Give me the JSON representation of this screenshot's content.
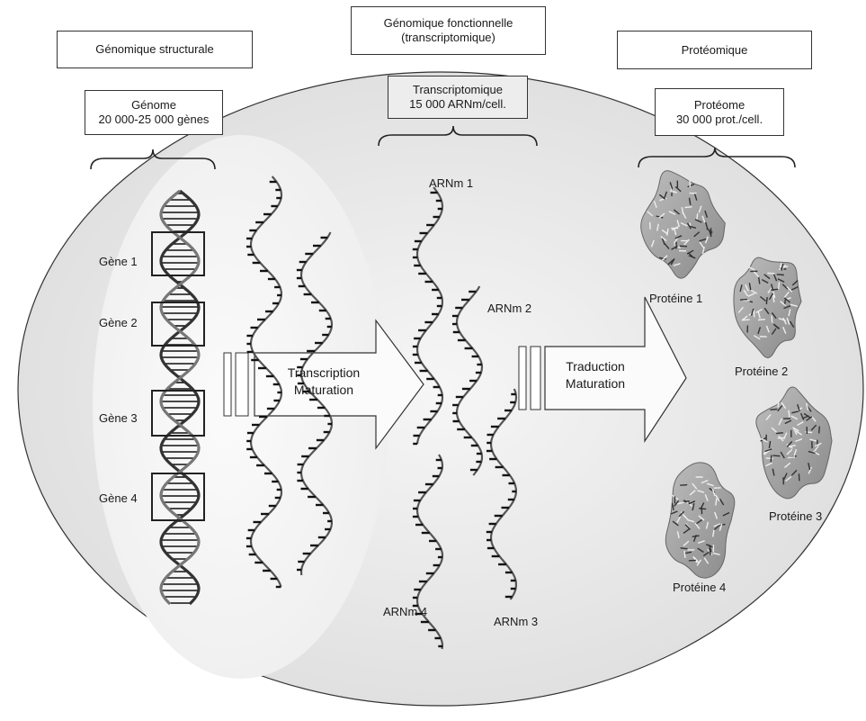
{
  "headers": {
    "structural": "Génomique structurale",
    "functional_line1": "Génomique fonctionnelle",
    "functional_line2": "(transcriptomique)",
    "proteomics": "Protéomique"
  },
  "summary_boxes": {
    "genome_title": "Génome",
    "genome_count": "20 000-25 000 gènes",
    "transcriptome_title": "Transcriptomique",
    "transcriptome_count": "15 000 ARNm/cell.",
    "proteome_title": "Protéome",
    "proteome_count": "30 000 prot./cell."
  },
  "genes": [
    "Gène 1",
    "Gène 2",
    "Gène 3",
    "Gène 4"
  ],
  "mrnas": [
    "ARNm 1",
    "ARNm 2",
    "ARNm 3",
    "ARNm 4"
  ],
  "proteins": [
    "Protéine 1",
    "Protéine 2",
    "Protéine 3",
    "Protéine 4"
  ],
  "arrows": {
    "transcription_line1": "Transcription",
    "transcription_line2": "Maturation",
    "translation_line1": "Traduction",
    "translation_line2": "Maturation"
  },
  "colors": {
    "cell_fill": "#e6e6e6",
    "nucleus_fill": "#f4f4f4",
    "outline": "#333333"
  },
  "icons": {
    "dna": "double-helix",
    "mrna": "single-strand-helix",
    "protein": "folded-protein-blob"
  }
}
